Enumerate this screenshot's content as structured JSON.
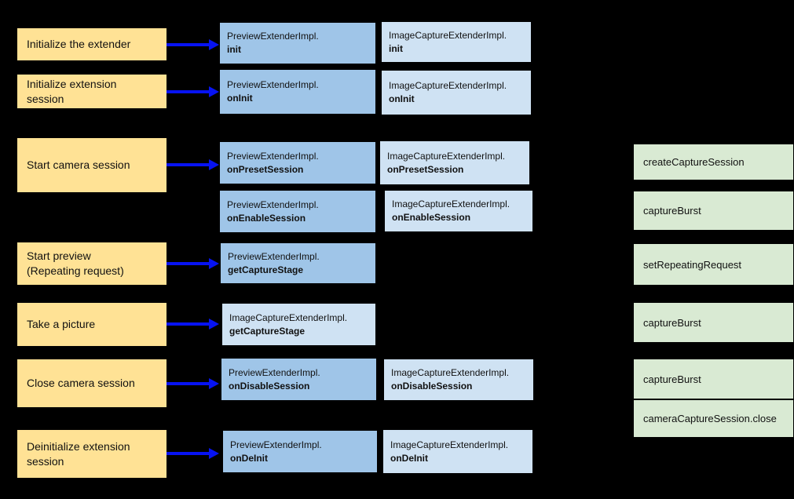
{
  "colors": {
    "background": "#000000",
    "step_bg": "#FFE295",
    "preview_bg": "#9FC5E8",
    "capture_bg": "#CFE2F3",
    "api_bg": "#D9EAD3",
    "arrow": "#0713F2",
    "text": "#111111"
  },
  "steps": [
    {
      "label": "Initialize the extender"
    },
    {
      "label": "Initialize extension\nsession"
    },
    {
      "label": "Start camera session"
    },
    {
      "label": "Start preview\n(Repeating request)"
    },
    {
      "label": "Take a picture"
    },
    {
      "label": "Close camera session"
    },
    {
      "label": "Deinitialize extension\nsession"
    }
  ],
  "preview_extender": [
    {
      "class": "PreviewExtenderImpl.",
      "method": "init"
    },
    {
      "class": "PreviewExtenderImpl.",
      "method": "onInit"
    },
    {
      "class": "PreviewExtenderImpl.",
      "method": "onPresetSession"
    },
    {
      "class": "PreviewExtenderImpl.",
      "method": "onEnableSession"
    },
    {
      "class": "PreviewExtenderImpl.",
      "method": "getCaptureStage"
    },
    {
      "class": "PreviewExtenderImpl.",
      "method": "onDisableSession"
    },
    {
      "class": "PreviewExtenderImpl.",
      "method": "onDeInit"
    }
  ],
  "image_capture_extender": [
    {
      "class": "ImageCaptureExtenderImpl.",
      "method": "init"
    },
    {
      "class": "ImageCaptureExtenderImpl.",
      "method": "onInit"
    },
    {
      "class": "ImageCaptureExtenderImpl.",
      "method": "onPresetSession"
    },
    {
      "class": "ImageCaptureExtenderImpl.",
      "method": "onEnableSession"
    },
    {
      "class": "ImageCaptureExtenderImpl.",
      "method": "getCaptureStage"
    },
    {
      "class": "ImageCaptureExtenderImpl.",
      "method": "onDisableSession"
    },
    {
      "class": "ImageCaptureExtenderImpl.",
      "method": "onDeInit"
    }
  ],
  "camera2_calls": [
    {
      "label": "createCaptureSession"
    },
    {
      "label": "captureBurst"
    },
    {
      "label": "setRepeatingRequest"
    },
    {
      "label": "captureBurst"
    },
    {
      "label": "captureBurst"
    },
    {
      "label": "cameraCaptureSession.close"
    }
  ]
}
